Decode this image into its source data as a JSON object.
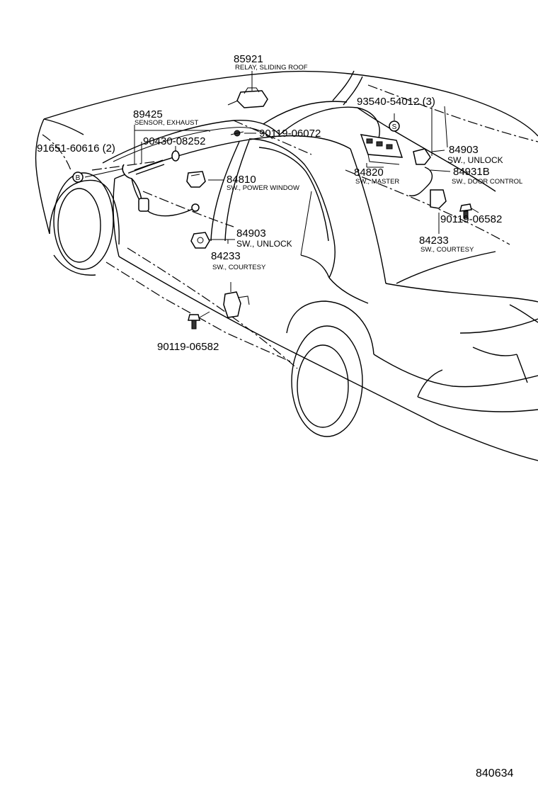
{
  "figure_number": "840634",
  "parts": [
    {
      "number": "85921",
      "description": "RELAY, SLIDING ROOF"
    },
    {
      "number": "89425",
      "description": "SENSOR, EXHAUST"
    },
    {
      "number": "90430-08252",
      "description": ""
    },
    {
      "number": "91651-60616 (2)",
      "description": ""
    },
    {
      "number": "90119-06072",
      "description": ""
    },
    {
      "number": "84810",
      "description": "SW., POWER WINDOW"
    },
    {
      "number": "84903",
      "description": "SW., UNLOCK"
    },
    {
      "number": "84233",
      "description": "SW., COURTESY"
    },
    {
      "number": "90119-06582",
      "description": ""
    },
    {
      "number": "93540-54012 (3)",
      "description": ""
    },
    {
      "number": "84903",
      "description": "SW., UNLOCK"
    },
    {
      "number": "84820",
      "description": "SW., MASTER"
    },
    {
      "number": "84931B",
      "description": "SW., DOOR CONTROL"
    },
    {
      "number": "90119-06582",
      "description": ""
    },
    {
      "number": "84233",
      "description": "SW., COURTESY"
    }
  ],
  "markers": {
    "bolt": "B",
    "screw": "S"
  }
}
